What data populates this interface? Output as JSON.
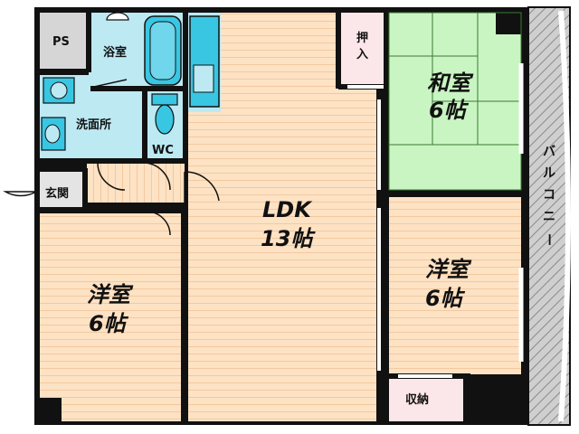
{
  "plan": {
    "rooms": {
      "ps": "PS",
      "bath": "浴室",
      "washroom": "洗面所",
      "wc": "WC",
      "entrance": "玄関",
      "oshiire_top": "押",
      "oshiire_bottom": "入",
      "washitsu_name": "和室",
      "washitsu_size": "6帖",
      "ldk_name": "LDK",
      "ldk_size": "13帖",
      "yoshitsu_right_name": "洋室",
      "yoshitsu_right_size": "6帖",
      "yoshitsu_left_name": "洋室",
      "yoshitsu_left_size": "6帖",
      "storage": "収納",
      "balcony": [
        "バ",
        "ル",
        "コ",
        "ニ",
        "ー"
      ]
    },
    "colors": {
      "wall": "#111111",
      "wood_floor": "#fde2c4",
      "wood_line": "#f3c9a0",
      "tatami": "#c9f5c2",
      "wet_area": "#bde9f3",
      "fixture": "#39c6e2",
      "storage": "#fbe6e9",
      "ps": "#d6d6d6",
      "balcony": "#cfcfcf",
      "entrance": "#e4e4e4"
    }
  }
}
